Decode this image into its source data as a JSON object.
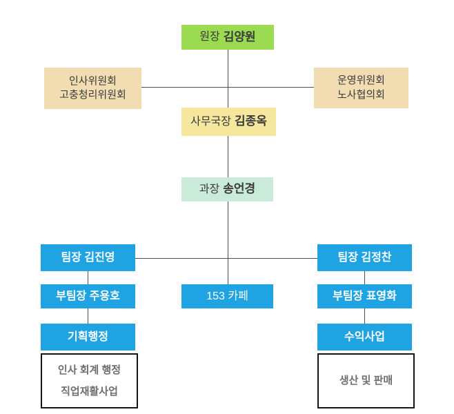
{
  "colors": {
    "director_green": "#9ADB52",
    "committee_beige": "#F2DDB3",
    "committee_beige_shadow": "#EFD6A8",
    "secretary_yellow": "#F5E79E",
    "manager_mint": "#CBEBDA",
    "team_blue": "#1FA3E3",
    "connector_gray": "#4F4F4F",
    "dark_text": "#3B3B3B",
    "scope_text_gray": "#6E6E6E",
    "scope_border": "#141414"
  },
  "org": {
    "director": {
      "title": "원장",
      "name": "김양원"
    },
    "committee_left": {
      "line1": "인사위원회",
      "line2": "고충청리위원회"
    },
    "committee_right": {
      "line1": "운영위원회",
      "line2": "노사협의회"
    },
    "secretary_general": {
      "title": "사무국장",
      "name": "김종옥"
    },
    "manager": {
      "title": "과장",
      "name": "송언경"
    },
    "left_team": {
      "leader": "팀장 김진영",
      "deputy": "부팀장 주용호",
      "department": "기획행정",
      "scope_lines": [
        "인사 회계 행정",
        "직업재활사업"
      ]
    },
    "center_unit": {
      "label": "153 카페"
    },
    "right_team": {
      "leader": "팀장 김정찬",
      "deputy": "부팀장 표영화",
      "department": "수익사업",
      "scope_lines": [
        "생산 및 판매"
      ]
    }
  }
}
